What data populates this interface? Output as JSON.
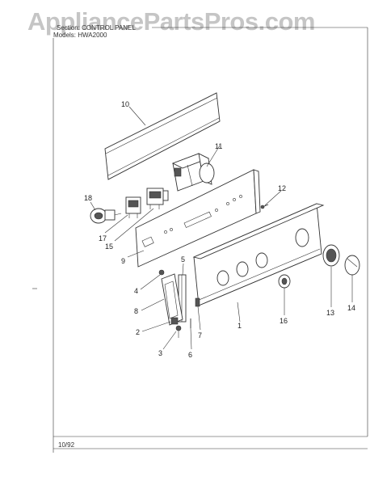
{
  "watermark": "AppliancePartsPros.com",
  "header": {
    "section_prefix": "Section:",
    "section_value": "CONTROL PANEL",
    "models_prefix": "Models:",
    "models_value": "HWA2000"
  },
  "footer": {
    "date": "10/92"
  },
  "callouts": {
    "c1": "1",
    "c2": "2",
    "c3": "3",
    "c4": "4",
    "c5": "5",
    "c6": "6",
    "c7": "7",
    "c8": "8",
    "c9": "9",
    "c10": "10",
    "c11": "11",
    "c12": "12",
    "c13": "13",
    "c14": "14",
    "c15": "15",
    "c16": "16",
    "c17": "17",
    "c18": "18"
  }
}
